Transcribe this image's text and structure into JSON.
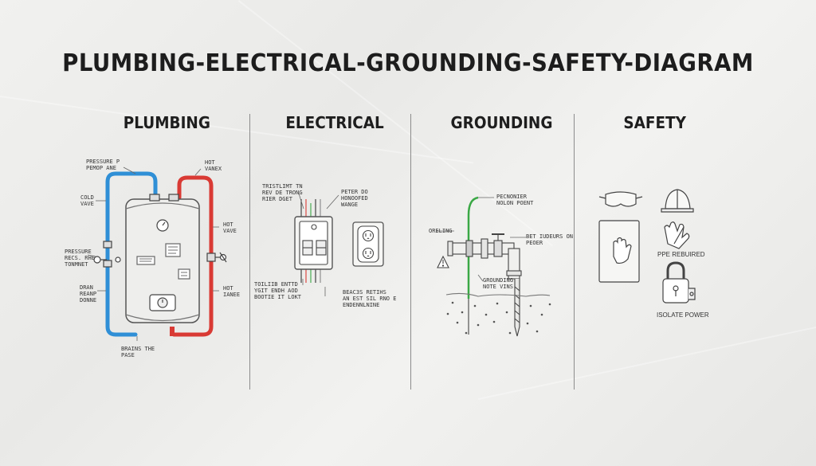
{
  "title": "PLUMBING-ELECTRICAL-GROUNDING-SAFETY-DIAGRAM",
  "sections": {
    "plumbing": {
      "title": "PLUMBING",
      "labels": {
        "pressure_top": "PRESSURE P\nPEMOP ANE",
        "cold": "COLD\nVAVE",
        "pressure_left": "PRESSURE\nRECS. RHE\nTONMNET",
        "drain": "DRAN\nREANP\nDONNE",
        "hot_top": "HOT\nVANEX",
        "hot_mid": "HOT\nVAVE",
        "hot_bottom": "HOT\nIANEE",
        "bottom": "BRAINS THE\nPASE"
      }
    },
    "electrical": {
      "title": "ELECTRICAL",
      "labels": {
        "top_left": "TRISTLIMT TN\nREV DE TRONG\nRIER DGET",
        "top_right": "PETER DO\nHONOOFED\nWANGE",
        "bottom_left": "TOILIIB ENTTD\nYGIT ENDH AOD\nBOOTIE IT LOKT",
        "bottom_right": "BEAC3S RETIHS\nAN EST SIL RNO E\nENDENNLNINE"
      }
    },
    "grounding": {
      "title": "GROUNDING",
      "labels": {
        "top_right": "PECNONIER\nNOLON POENT",
        "left": "ORELING",
        "right": "BET IUDEURS ON\nPEOER",
        "bottom": "GROUNDING\nNOTE VINS"
      }
    },
    "safety": {
      "title": "SAFETY",
      "labels": {
        "ppe": "PPE REBUIRED",
        "isolate": "ISOLATE POWER"
      }
    }
  },
  "colors": {
    "cold_pipe": "#2f8fd6",
    "hot_pipe": "#d93a34",
    "ground_wire": "#3aa845",
    "line": "#444444"
  }
}
